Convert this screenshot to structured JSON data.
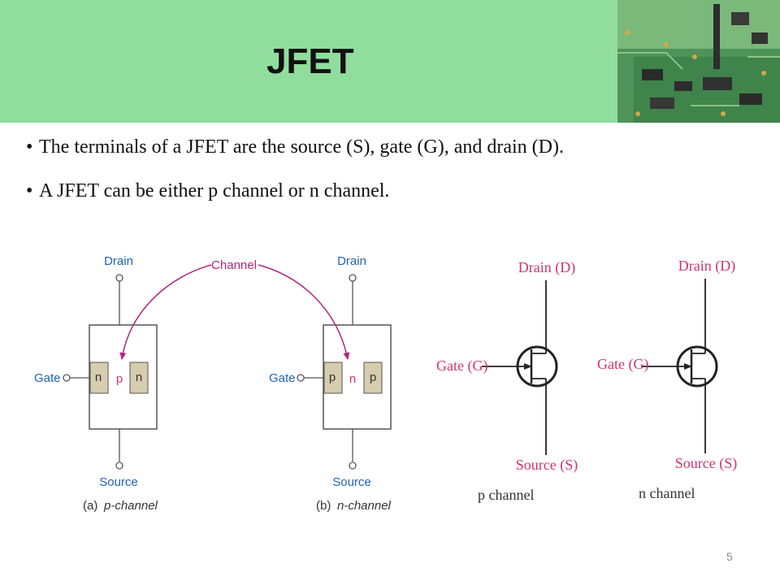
{
  "slide": {
    "title": "JFET",
    "bullets": [
      "The terminals of a JFET are the source (S), gate (G), and drain (D).",
      "A JFET can be either p channel or n channel."
    ],
    "page_number": "5"
  },
  "structure_diagram": {
    "channel_label": "Channel",
    "p_channel": {
      "drain": "Drain",
      "gate": "Gate",
      "source": "Source",
      "left_region": "n",
      "channel_region": "p",
      "right_region": "n",
      "caption_prefix": "(a)",
      "caption": "p-channel"
    },
    "n_channel": {
      "drain": "Drain",
      "gate": "Gate",
      "source": "Source",
      "left_region": "p",
      "channel_region": "n",
      "right_region": "p",
      "caption_prefix": "(b)",
      "caption": "n-channel"
    }
  },
  "symbols": {
    "p_channel": {
      "drain": "Drain (D)",
      "gate": "Gate (G)",
      "source": "Source (S)",
      "caption": "p channel"
    },
    "n_channel": {
      "drain": "Drain (D)",
      "gate": "Gate (G)",
      "source": "Source (S)",
      "caption": "n channel"
    }
  },
  "colors": {
    "header_green": "#90dd9d",
    "label_blue": "#1f63b4",
    "channel_magenta": "#b0257a",
    "symbol_pink": "#d0336f",
    "region_fill": "#d6ccae"
  }
}
